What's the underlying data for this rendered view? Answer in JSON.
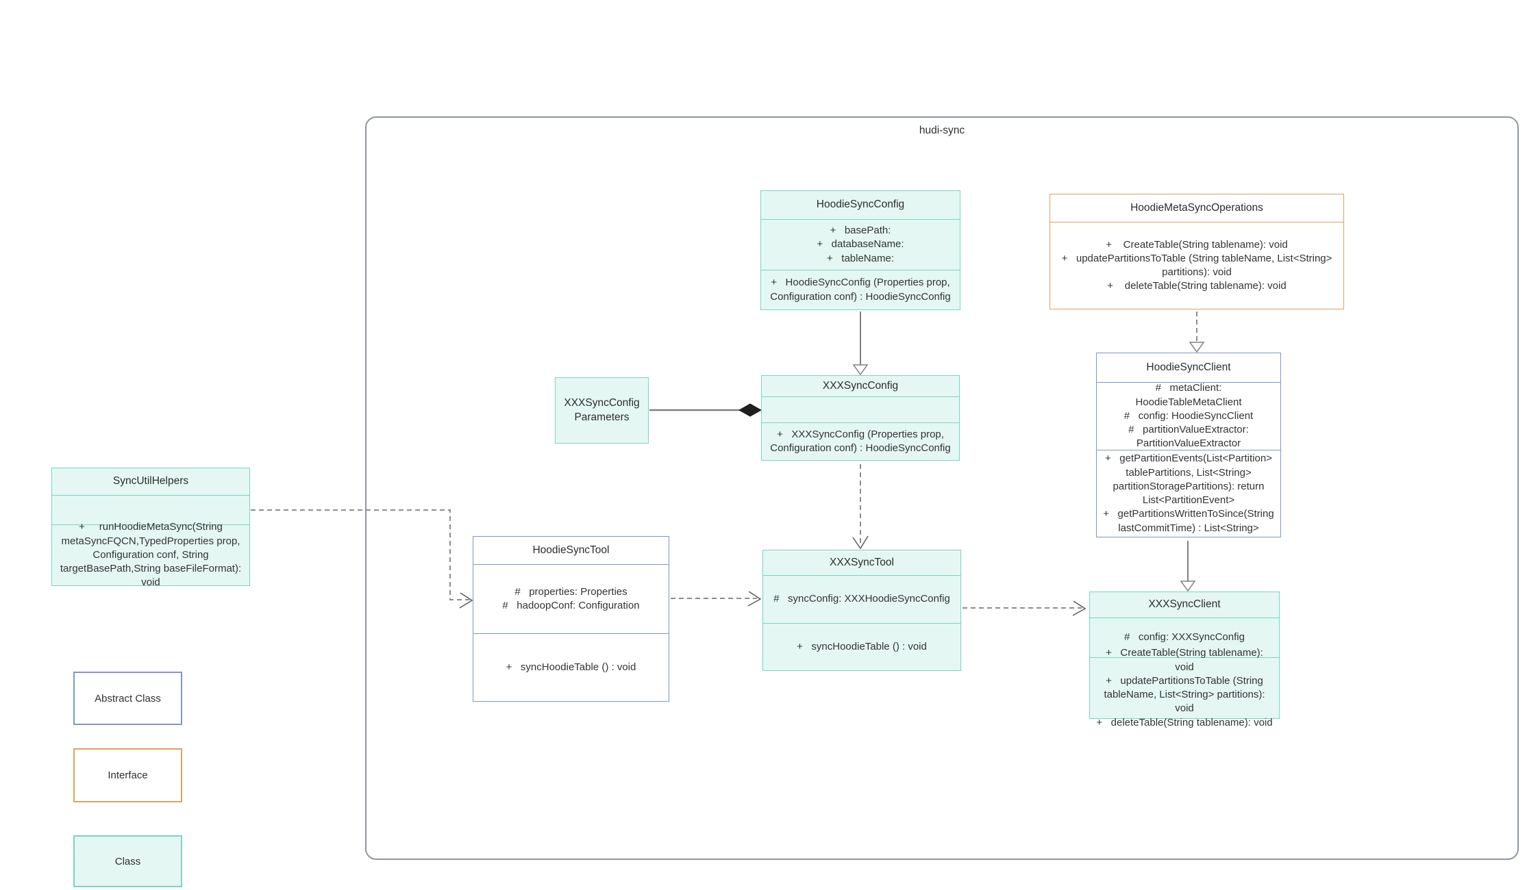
{
  "diagram": {
    "package_label": "hudi-sync",
    "colors": {
      "class_fill": "#e4f7f2",
      "class_border": "#7bd3c6",
      "abstract_border": "#8096c8",
      "interface_border": "#d9a45e",
      "package_border": "#8f96a1",
      "connector": "#808080",
      "text": "#333333"
    },
    "nodes": {
      "hoodie_sync_config": {
        "title": "HoodieSyncConfig",
        "attributes": [
          "+   basePath:",
          "+   databaseName:",
          "+   tableName:"
        ],
        "methods": [
          "+   HoodieSyncConfig (Properties prop, Configuration conf) : HoodieSyncConfig"
        ]
      },
      "hoodie_meta_sync_operations": {
        "title": "HoodieMetaSyncOperations",
        "methods": [
          "+    CreateTable(String tablename): void",
          "+   updatePartitionsToTable (String tableName, List<String> partitions): void",
          "+    deleteTable(String tablename): void"
        ]
      },
      "xxx_sync_config_parameters": {
        "title": "XXXSyncConfigParameters"
      },
      "xxx_sync_config": {
        "title": "XXXSyncConfig",
        "methods": [
          "+   XXXSyncConfig (Properties prop, Configuration conf) : HoodieSyncConfig"
        ]
      },
      "hoodie_sync_client": {
        "title": "HoodieSyncClient",
        "attributes": [
          "#   metaClient: HoodieTableMetaClient",
          "#   config: HoodieSyncClient",
          "#   partitionValueExtractor: PartitionValueExtractor"
        ],
        "methods": [
          "+   getPartitionEvents(List<Partition> tablePartitions, List<String> partitionStoragePartitions): return List<PartitionEvent>",
          "+   getPartitionsWrittenToSince(String lastCommitTime) : List<String>"
        ]
      },
      "sync_util_helpers": {
        "title": "SyncUtilHelpers",
        "methods": [
          "+     runHoodieMetaSync(String metaSyncFQCN,TypedProperties prop, Configuration conf, String targetBasePath,String baseFileFormat): void"
        ]
      },
      "hoodie_sync_tool": {
        "title": "HoodieSyncTool",
        "attributes": [
          "#   properties: Properties",
          "#   hadoopConf: Configuration"
        ],
        "methods": [
          "+   syncHoodieTable () : void"
        ]
      },
      "xxx_sync_tool": {
        "title": "XXXSyncTool",
        "attributes": [
          "#   syncConfig: XXXHoodieSyncConfig"
        ],
        "methods": [
          "+   syncHoodieTable () : void"
        ]
      },
      "xxx_sync_client": {
        "title": "XXXSyncClient",
        "attributes": [
          "#   config: XXXSyncConfig"
        ],
        "methods": [
          "+   CreateTable(String tablename): void",
          "+   updatePartitionsToTable (String tableName, List<String> partitions): void",
          "+   deleteTable(String tablename): void"
        ]
      }
    },
    "legend": {
      "abstract_label": "Abstract Class",
      "interface_label": "Interface",
      "class_label": "Class"
    },
    "relationships": [
      {
        "from": "HoodieSyncConfig",
        "to": "XXXSyncConfig",
        "type": "generalization"
      },
      {
        "from": "HoodieMetaSyncOperations",
        "to": "HoodieSyncClient",
        "type": "realization"
      },
      {
        "from": "XXXSyncConfigParameters",
        "to": "XXXSyncConfig",
        "type": "composition"
      },
      {
        "from": "XXXSyncConfig",
        "to": "XXXSyncTool",
        "type": "dependency"
      },
      {
        "from": "HoodieSyncClient",
        "to": "XXXSyncClient",
        "type": "generalization"
      },
      {
        "from": "SyncUtilHelpers",
        "to": "HoodieSyncTool",
        "type": "dependency"
      },
      {
        "from": "HoodieSyncTool",
        "to": "XXXSyncTool",
        "type": "dependency"
      },
      {
        "from": "XXXSyncTool",
        "to": "XXXSyncClient",
        "type": "dependency"
      }
    ]
  }
}
